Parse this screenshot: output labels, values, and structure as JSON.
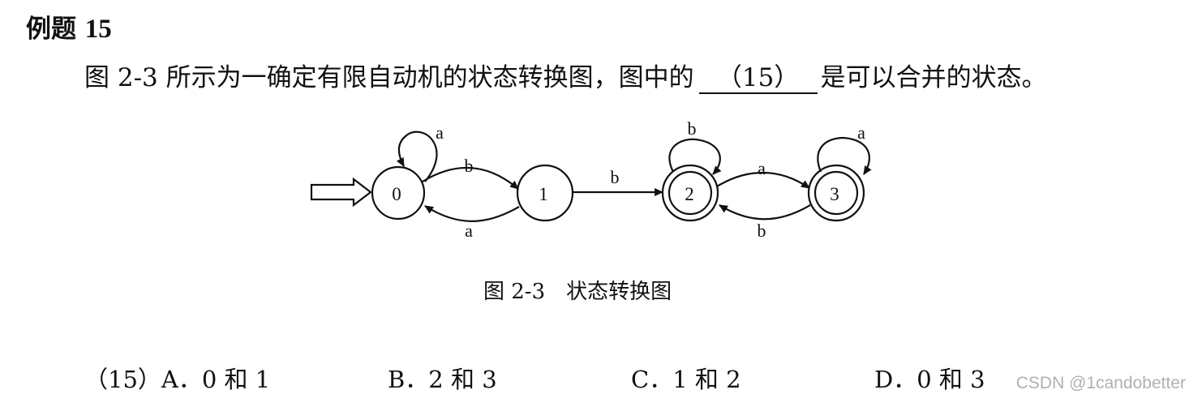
{
  "heading": {
    "label": "例题",
    "number": "15"
  },
  "question": {
    "before": "图 2-3 所示为一确定有限自动机的状态转换图，图中的",
    "blank": "（15）",
    "after": "是可以合并的状态。"
  },
  "diagram": {
    "states": [
      "0",
      "1",
      "2",
      "3"
    ],
    "labels": {
      "loop0": "a",
      "e01": "b",
      "e10": "a",
      "e12": "b",
      "loop2": "b",
      "e23": "a",
      "e32": "b",
      "loop3": "a"
    }
  },
  "caption": "图 2-3　状态转换图",
  "options": {
    "a": "（15）A．0 和 1",
    "b": "B．2 和 3",
    "c": "C．1 和 2",
    "d": "D．0 和 3"
  },
  "watermark": "CSDN @1candobetter"
}
